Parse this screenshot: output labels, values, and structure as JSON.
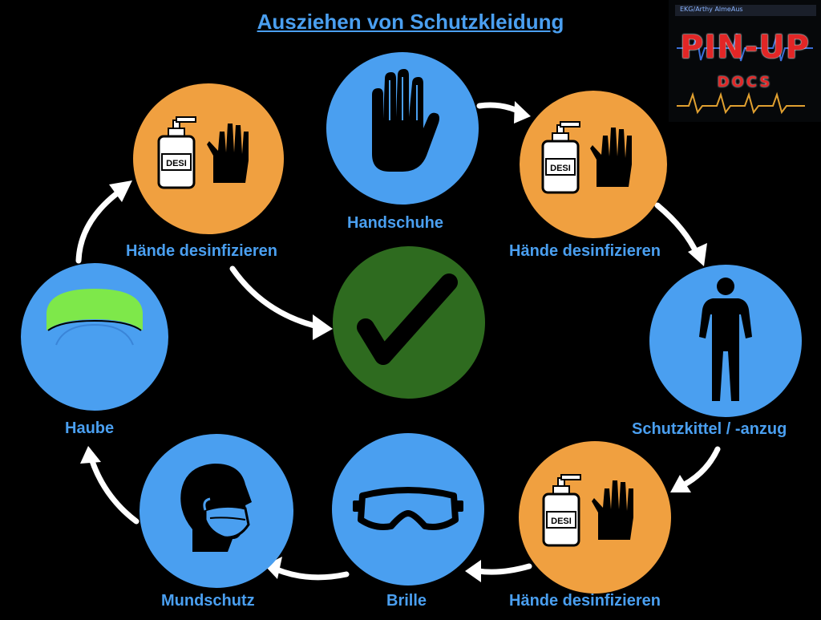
{
  "title": "Ausziehen von Schutzkleidung",
  "steps": [
    {
      "id": "gloves",
      "label": "Handschuhe"
    },
    {
      "id": "disinfect_1",
      "label": "Hände desinfizieren",
      "bottle_label": "DESI"
    },
    {
      "id": "gown",
      "label": "Schutzkittel / -anzug"
    },
    {
      "id": "disinfect_2",
      "label": "Hände desinfizieren",
      "bottle_label": "DESI"
    },
    {
      "id": "goggles",
      "label": "Brille"
    },
    {
      "id": "mask",
      "label": "Mundschutz"
    },
    {
      "id": "cap",
      "label": "Haube"
    },
    {
      "id": "disinfect_3",
      "label": "Hände desinfizieren",
      "bottle_label": "DESI"
    }
  ],
  "logo": {
    "line1": "PIN-UP",
    "line2": "DOCS",
    "monitor_text": "EKG/Arthy AlmeAus"
  },
  "colors": {
    "blue": "#4a9ff0",
    "orange": "#f0a040",
    "green": "#2e6b1f",
    "cap_green": "#7ee84a"
  }
}
